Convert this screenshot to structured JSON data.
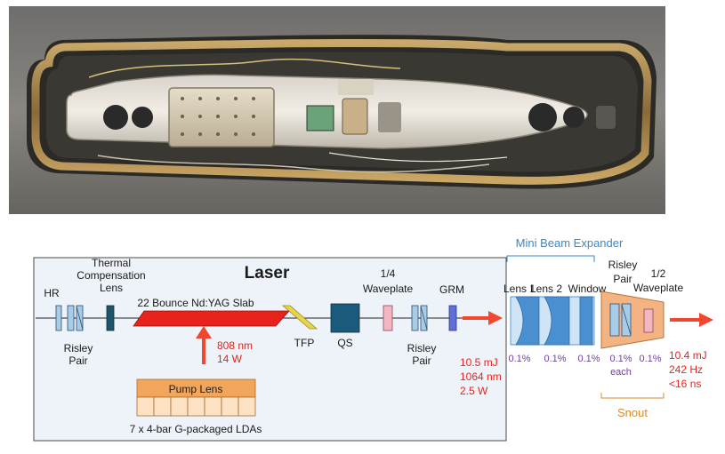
{
  "photo": {
    "alt": "Laser assembly photograph"
  },
  "diagram": {
    "title": "Laser",
    "components": {
      "hr": "HR",
      "risley_pair_left_line1": "Risley",
      "risley_pair_left_line2": "Pair",
      "thermal_line1": "Thermal",
      "thermal_line2": "Compensation",
      "thermal_line3": "Lens",
      "slab": "22 Bounce Nd:YAG Slab",
      "tfp": "TFP",
      "qs": "QS",
      "waveplate_quarter_line1": "1/4",
      "waveplate_quarter_line2": "Waveplate",
      "risley_pair_mid_line1": "Risley",
      "risley_pair_mid_line2": "Pair",
      "grm": "GRM",
      "pump_lens": "Pump Lens",
      "ldas": "7 x 4-bar G-packaged LDAs",
      "pump_power_line1": "808 nm",
      "pump_power_line2": "14 W"
    },
    "output_laser": {
      "line1": "10.5 mJ",
      "line2": "1064 nm",
      "line3": "2.5 W"
    },
    "expander": {
      "title": "Mini Beam Expander",
      "lens1": "Lens 1",
      "lens2": "Lens 2",
      "window": "Window",
      "loss1": "0.1%",
      "loss2": "0.1%",
      "loss3": "0.1%"
    },
    "snout": {
      "title": "Snout",
      "risley_line1": "Risley",
      "risley_line2": "Pair",
      "waveplate_half_line1": "1/2",
      "waveplate_half_line2": "Waveplate",
      "loss_risley_line1": "0.1%",
      "loss_risley_line2": "each",
      "loss_waveplate": "0.1%"
    },
    "final_output": {
      "line1": "10.4 mJ",
      "line2": "242 Hz",
      "line3": "<16 ns"
    }
  },
  "colors": {
    "slab": "#e8231b",
    "arrow": "#f0472e",
    "qs": "#1a5a7a",
    "pump_lens": "#f2a65c",
    "lda_fill": "#fde3c4",
    "snout_fill": "#f4b383",
    "expander_lens": "#4a8fd0",
    "waveplate": "#f4b6c1",
    "tfp": "#e8d44a"
  }
}
